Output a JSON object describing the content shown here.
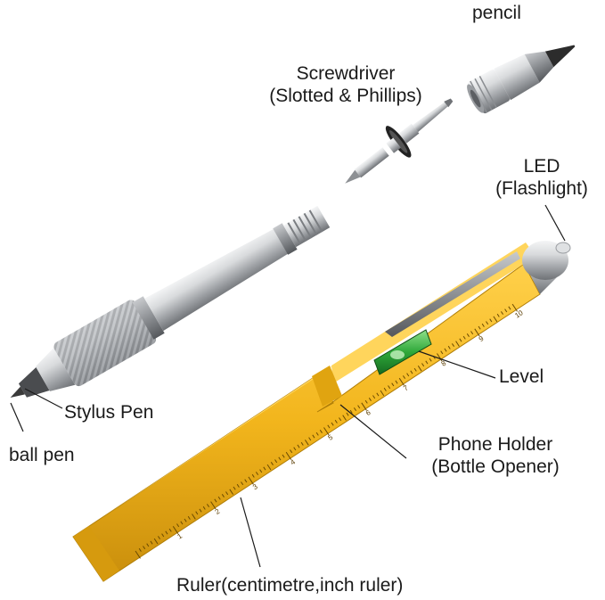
{
  "labels": {
    "pencil": "pencil",
    "screwdriver_line1": "Screwdriver",
    "screwdriver_line2": "(Slotted & Phillips)",
    "led_line1": "LED",
    "led_line2": "(Flashlight)",
    "level": "Level",
    "stylus": "Stylus Pen",
    "ball_pen": "ball pen",
    "phone_holder_line1": "Phone Holder",
    "phone_holder_line2": "(Bottle Opener)",
    "ruler": "Ruler(centimetre,inch ruler)"
  },
  "ruler_ticks": [
    "1",
    "2",
    "3",
    "4",
    "5",
    "6",
    "7",
    "8",
    "9",
    "10"
  ],
  "colors": {
    "ruler_body": "#f2b51c",
    "ruler_shadow": "#c98e0c",
    "metal": "#c9cbce",
    "level_vial": "#2fa83a",
    "text": "#1a1a1a"
  }
}
